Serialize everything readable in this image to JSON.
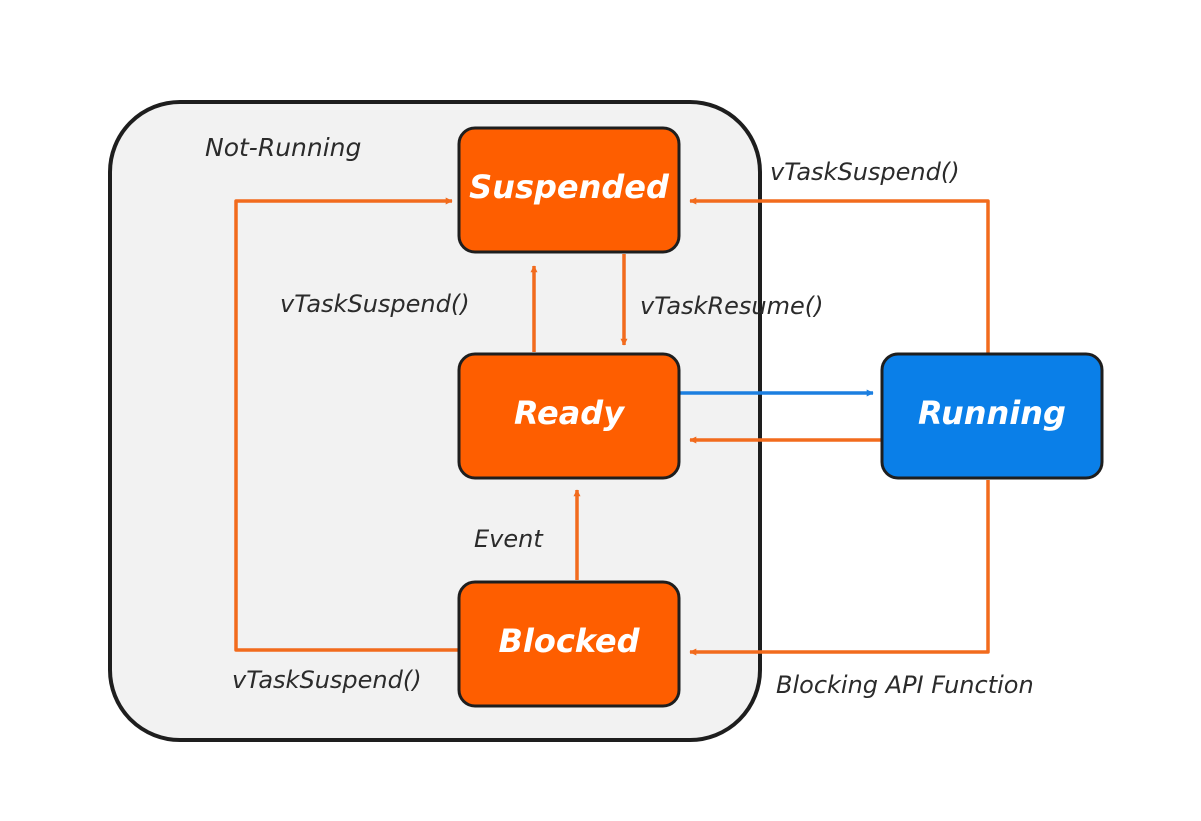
{
  "group": {
    "label": "Not-Running"
  },
  "states": {
    "suspended": "Suspended",
    "ready": "Ready",
    "blocked": "Blocked",
    "running": "Running"
  },
  "transitions": {
    "ready_to_suspended": "vTaskSuspend()",
    "suspended_to_ready": "vTaskResume()",
    "running_to_suspended": "vTaskSuspend()",
    "blocked_to_ready": "Event",
    "blocked_to_suspended": "vTaskSuspend()",
    "running_to_blocked": "Blocking API Function"
  },
  "colors": {
    "state_fill": "#fe5e00",
    "running_fill": "#0a7fe8",
    "arrow_orange": "#f26b1d",
    "arrow_blue": "#1c7fe0",
    "group_fill": "#f2f2f2",
    "group_stroke": "#1e1e1e"
  }
}
